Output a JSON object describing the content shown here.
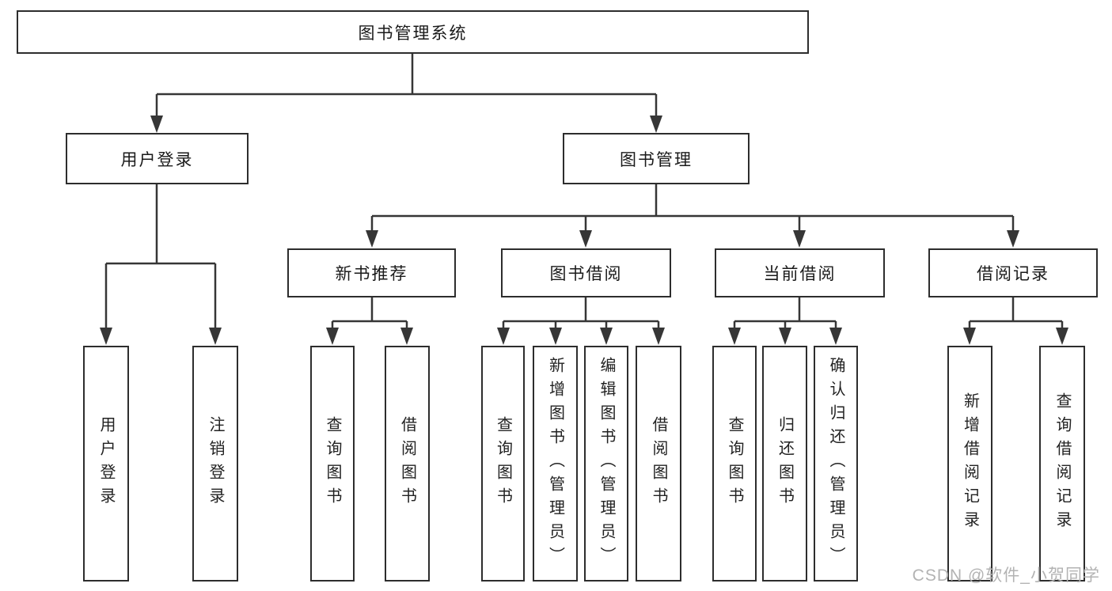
{
  "diagram": {
    "root": "图书管理系统",
    "branches": [
      {
        "label": "用户登录",
        "children": [
          "用户登录",
          "注销登录"
        ]
      },
      {
        "label": "图书管理",
        "sections": [
          {
            "label": "新书推荐",
            "children": [
              "查询图书",
              "借阅图书"
            ]
          },
          {
            "label": "图书借阅",
            "children": [
              "查询图书",
              "新增图书（管理员）",
              "编辑图书（管理员）",
              "借阅图书"
            ]
          },
          {
            "label": "当前借阅",
            "children": [
              "查询图书",
              "归还图书",
              "确认归还（管理员）"
            ]
          },
          {
            "label": "借阅记录",
            "children": [
              "新增借阅记录",
              "查询借阅记录"
            ]
          }
        ]
      }
    ]
  },
  "watermark": {
    "text": "CSDN @软件_小贺同学"
  },
  "colors": {
    "line": "#363636",
    "box_border": "#2d2d2d",
    "box_fill": "#ffffff",
    "text": "#1a1a1a",
    "watermark": "#b3b3b3"
  }
}
